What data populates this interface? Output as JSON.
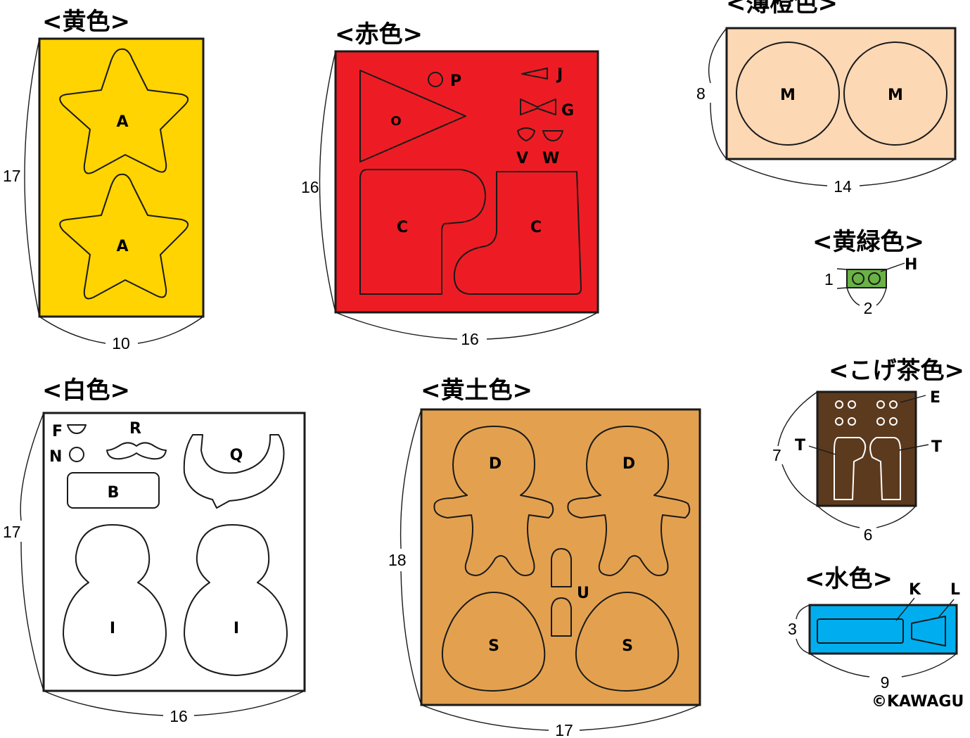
{
  "sheets": {
    "yellow": {
      "title": "<黄色>",
      "color": "#FFD400",
      "height": "17",
      "width": "10",
      "labels": [
        "A",
        "A"
      ]
    },
    "red": {
      "title": "<赤色>",
      "color": "#ED1C24",
      "height": "16",
      "width": "16",
      "labels": [
        "P",
        "J",
        "G",
        "O",
        "V",
        "W",
        "C",
        "C"
      ]
    },
    "light_orange": {
      "title": "<薄橙色>",
      "color": "#FCD8B4",
      "height": "8",
      "width": "14",
      "labels": [
        "M",
        "M"
      ]
    },
    "yellow_green": {
      "title": "<黄緑色>",
      "color": "#6AB245",
      "height": "1",
      "width": "2",
      "labels": [
        "H"
      ]
    },
    "dark_brown": {
      "title": "<こげ茶色>",
      "color": "#5C3A1E",
      "height": "7",
      "width": "6",
      "labels": [
        "E",
        "T",
        "T"
      ]
    },
    "light_blue": {
      "title": "<水色>",
      "color": "#00AEEF",
      "height": "3",
      "width": "9",
      "labels": [
        "K",
        "L"
      ]
    },
    "white": {
      "title": "<白色>",
      "color": "#FFFFFF",
      "height": "17",
      "width": "16",
      "labels": [
        "F",
        "R",
        "N",
        "Q",
        "B",
        "I",
        "I"
      ]
    },
    "ochre": {
      "title": "<黄土色>",
      "color": "#E3A14F",
      "height": "18",
      "width": "17",
      "labels": [
        "D",
        "D",
        "U",
        "S",
        "S"
      ]
    }
  },
  "copyright": "©KAWAGU"
}
